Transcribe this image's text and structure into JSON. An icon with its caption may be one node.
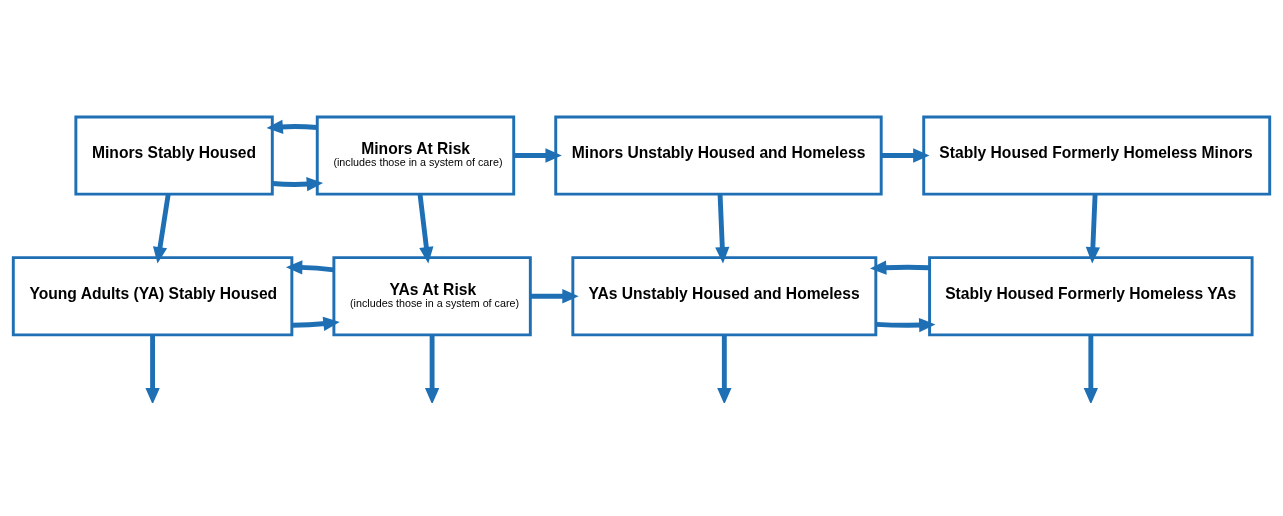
{
  "diagram": {
    "nodes": [
      {
        "text": [
          "Minors Stably Housed"
        ]
      },
      {
        "text": [
          "Minors At Risk",
          "(includes those in a system of care)"
        ]
      },
      {
        "text": [
          "Minors Unstably Housed and Homeless"
        ]
      },
      {
        "text": [
          "Stably Housed Formerly Homeless Minors"
        ]
      },
      {
        "text": [
          "Young Adults (YA) Stably Housed"
        ]
      },
      {
        "text": [
          "YAs At Risk",
          "(includes those in a system of care)"
        ]
      },
      {
        "text": [
          "YAs Unstably Housed and Homeless"
        ]
      },
      {
        "text": [
          "Stably Housed Formerly Homeless YAs"
        ]
      }
    ],
    "edges": [
      {
        "from": 0,
        "to": 1,
        "arrow": "to"
      },
      {
        "from": 1,
        "to": 0,
        "arrow": "to"
      },
      {
        "from": 1,
        "to": 2,
        "arrow": "to"
      },
      {
        "from": 2,
        "to": 3,
        "arrow": "to"
      },
      {
        "from": 0,
        "to": 4,
        "arrow": "to"
      },
      {
        "from": 1,
        "to": 5,
        "arrow": "to"
      },
      {
        "from": 2,
        "to": 6,
        "arrow": "to"
      },
      {
        "from": 3,
        "to": 7,
        "arrow": "to"
      },
      {
        "from": 4,
        "to": 5,
        "arrow": "to"
      },
      {
        "from": 5,
        "to": 4,
        "arrow": "to"
      },
      {
        "from": 5,
        "to": 6,
        "arrow": "to"
      },
      {
        "from": 6,
        "to": 7,
        "arrow": "to"
      },
      {
        "from": 7,
        "to": 6,
        "arrow": "to"
      },
      {
        "from": 4,
        "to": null,
        "arrow": "to"
      },
      {
        "from": 5,
        "to": null,
        "arrow": "to"
      },
      {
        "from": 6,
        "to": null,
        "arrow": "to"
      },
      {
        "from": 7,
        "to": null,
        "arrow": "to"
      }
    ]
  }
}
